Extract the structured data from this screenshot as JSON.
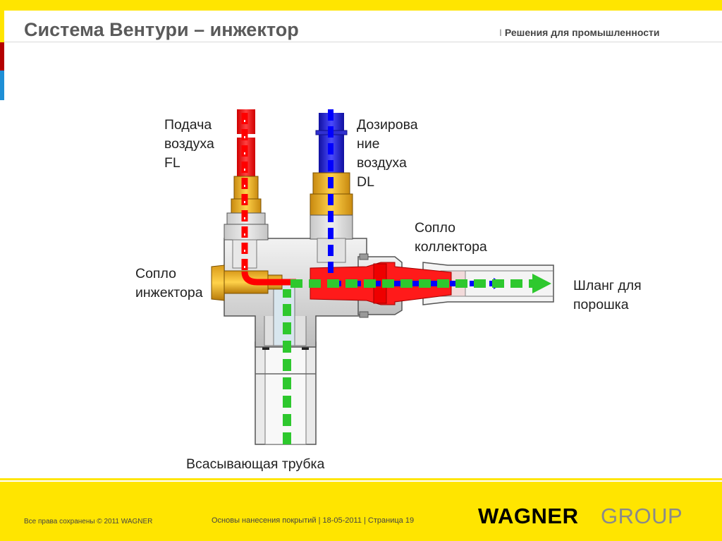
{
  "header": {
    "title": "Система Вентури – инжектор",
    "section": "Решения для промышленности",
    "separator": "I"
  },
  "diagram": {
    "label_air_supply": [
      "Подача",
      "воздуха",
      "FL"
    ],
    "label_dosing_air": [
      "Дозирова",
      "ние",
      "воздуха",
      "DL"
    ],
    "label_collector_nozzle": [
      "Сопло",
      "коллектора"
    ],
    "label_injector_nozzle": [
      "Сопло",
      "инжектора"
    ],
    "label_powder_hose": [
      "Шланг для",
      "порошка"
    ],
    "label_suction_tube": "Всасывающая трубка",
    "colors": {
      "air_supply": "#ff0000",
      "dosing_air": "#0000ff",
      "powder_flow": "#2ec82e"
    }
  },
  "footer": {
    "copyright": "Все права сохранены © 2011 WAGNER",
    "center": "Основы нанесения покрытий | 18-05-2011 | Страница 19",
    "logo_bold": "WAGNER",
    "logo_light": "GROUP"
  },
  "colors": {
    "accent_yellow": "#ffe500",
    "stripe_red": "#b40000",
    "stripe_blue": "#1e8fd6"
  }
}
